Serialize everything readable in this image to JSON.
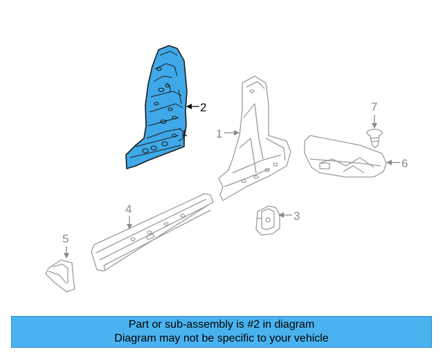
{
  "colors": {
    "highlight_fill": "#3fa8e8",
    "line_dark": "#1a1a1a",
    "line_gray": "#9a9a9a",
    "callout_active": "#000000",
    "callout_inactive": "#8a8a8a",
    "banner_bg": "#4ab3ef"
  },
  "callouts": {
    "c1": "1",
    "c2": "2",
    "c3": "3",
    "c4": "4",
    "c5": "5",
    "c6": "6",
    "c7": "7"
  },
  "banner": {
    "line1": "Part or sub-assembly is #2 in diagram",
    "line2": "Diagram may not be specific to your vehicle"
  }
}
